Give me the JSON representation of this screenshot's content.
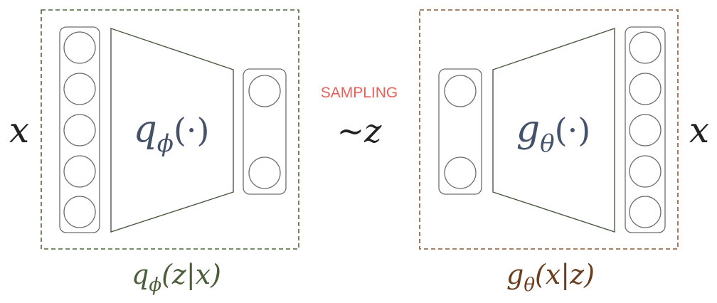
{
  "inputs": {
    "x_input": "x",
    "x_output": "x"
  },
  "encoder": {
    "func_base": "q",
    "func_sub": "ϕ",
    "func_arg": "(·)",
    "caption_base": "q",
    "caption_sub": "ϕ",
    "caption_arg": "(z|x)",
    "color": "#4a5e3a",
    "box_color": "#4a6b3a",
    "nodes_input": 5,
    "nodes_output": 2
  },
  "decoder": {
    "func_base": "g",
    "func_sub": "θ",
    "func_arg": "(·)",
    "caption_base": "g",
    "caption_sub": "θ",
    "caption_arg": "(x|z)",
    "color": "#6b3e1e",
    "box_color": "#8a5a3a",
    "nodes_input": 2,
    "nodes_output": 5
  },
  "latent": {
    "sampling_label": "SAMPLING",
    "sampling_color": "#e8605a",
    "z_label": "~z"
  },
  "colors": {
    "func_text": "#44516a",
    "stroke": "#5c5c5c",
    "trapezoid": "#4a5a40"
  }
}
